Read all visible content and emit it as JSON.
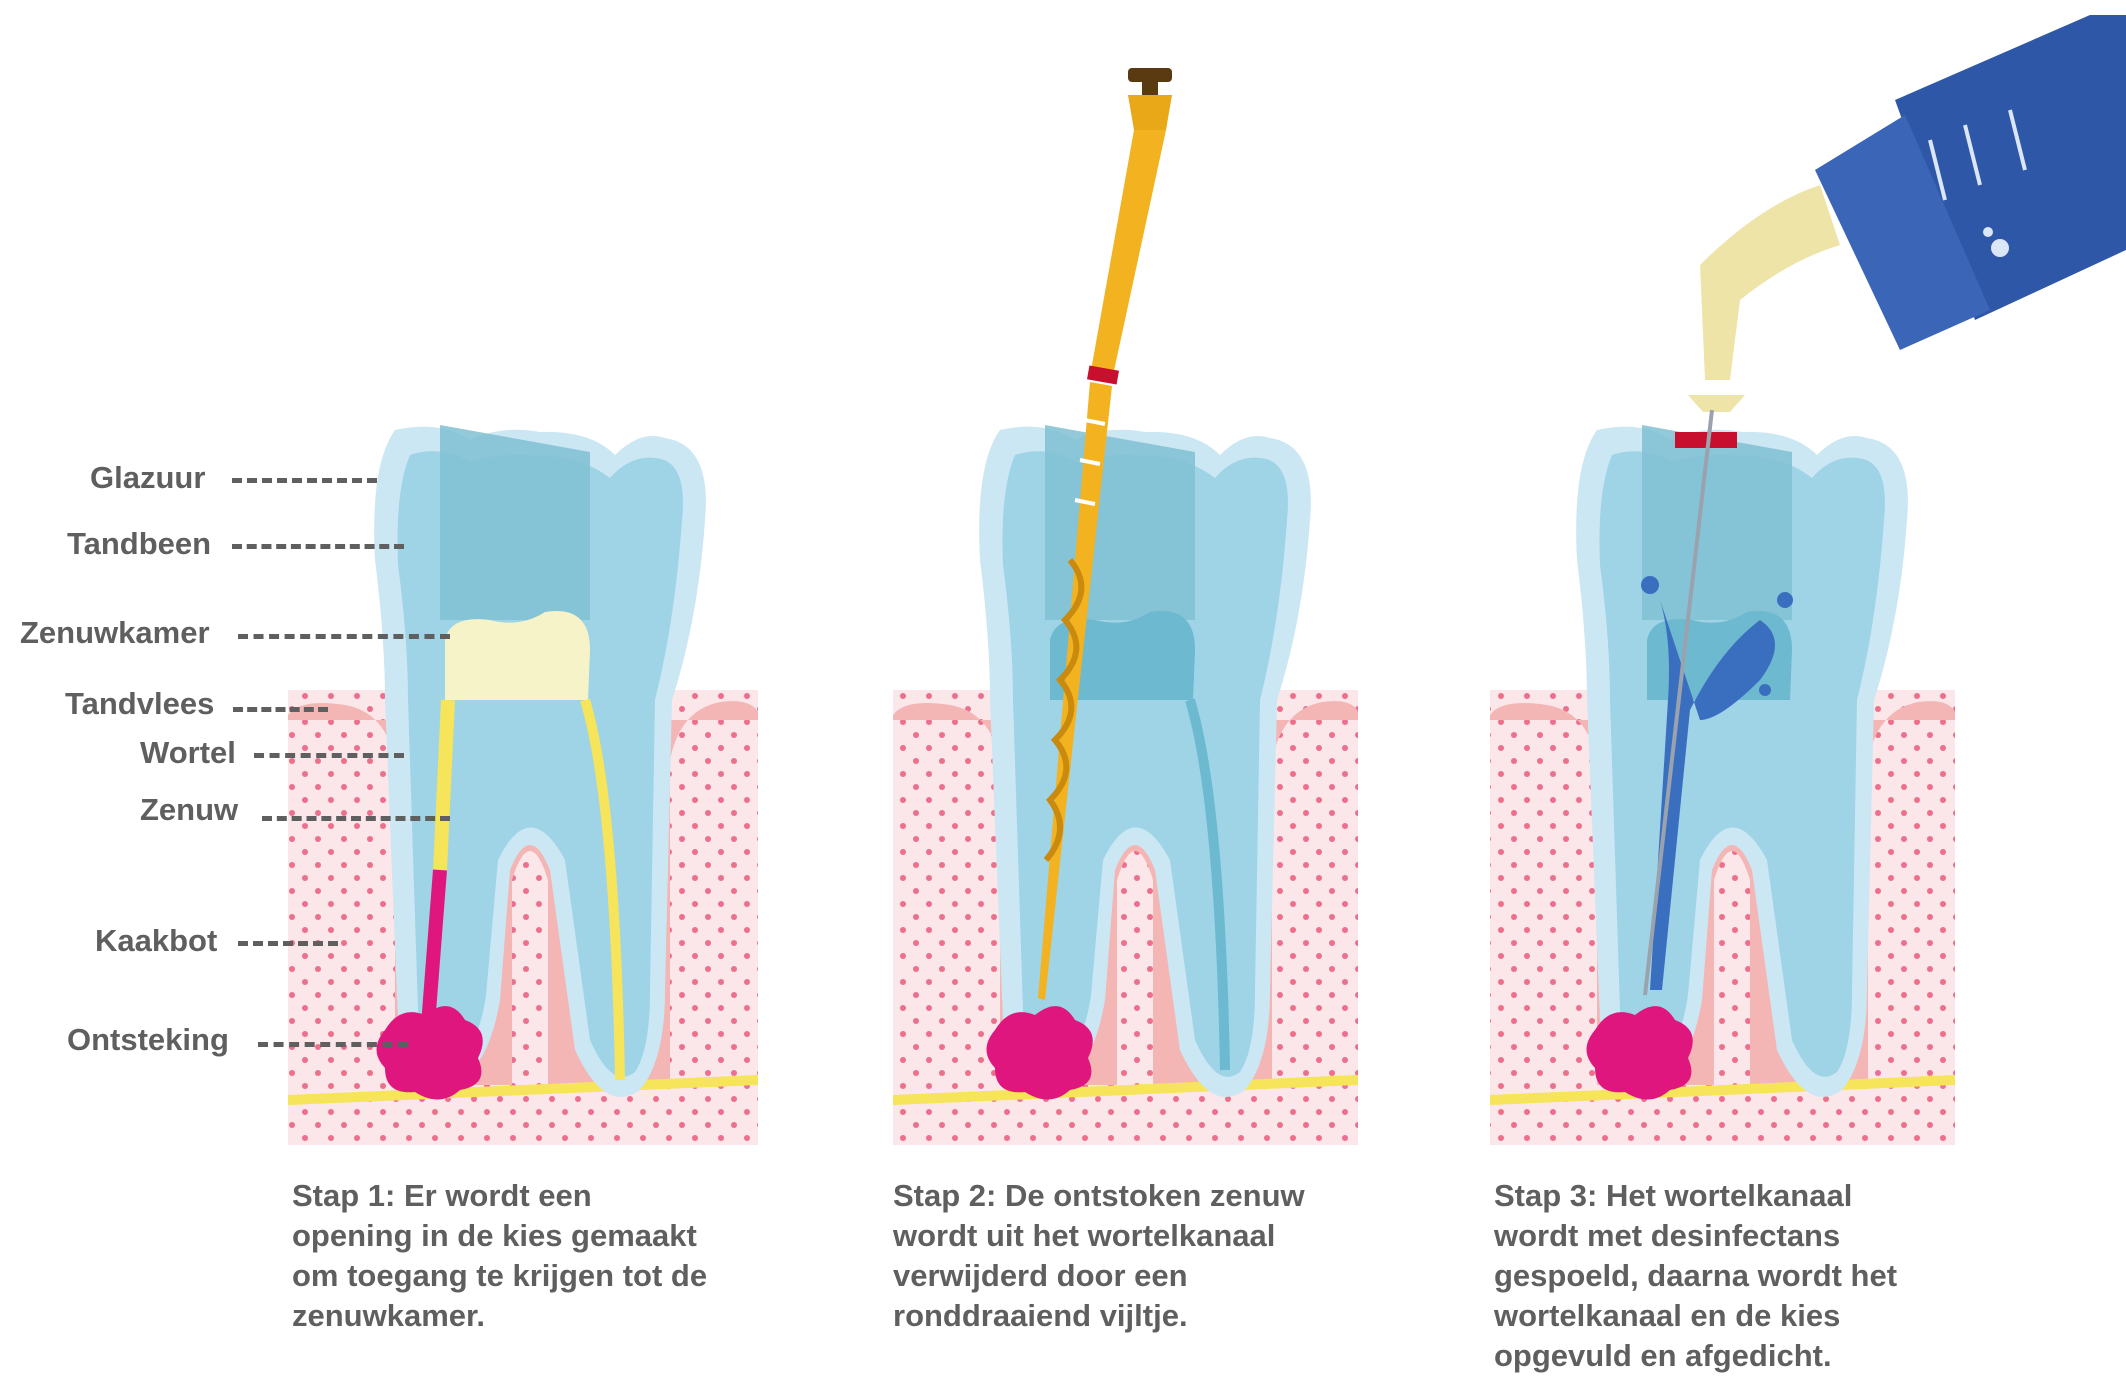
{
  "labels": {
    "glazuur": "Glazuur",
    "tandbeen": "Tandbeen",
    "zenuwkamer": "Zenuwkamer",
    "tandvlees": "Tandvlees",
    "wortel": "Wortel",
    "zenuw": "Zenuw",
    "kaakbot": "Kaakbot",
    "ontsteking": "Ontsteking"
  },
  "steps": [
    {
      "lines": [
        "Stap 1: Er wordt een",
        "opening in de kies gemaakt",
        "om toegang te krijgen tot de",
        "zenuwkamer."
      ]
    },
    {
      "lines": [
        "Stap 2: De ontstoken zenuw",
        "wordt uit het wortelkanaal",
        "verwijderd door een",
        "ronddraaiend vijltje."
      ]
    },
    {
      "lines": [
        "Stap 3: Het wortelkanaal",
        "wordt met desinfectans",
        "gespoeld, daarna wordt het",
        "wortelkanaal en de kies",
        "opgevuld en afgedicht."
      ]
    }
  ],
  "colors": {
    "enamel": "#cbe7f3",
    "dentin": "#9fd3e6",
    "dentin_shadow": "#80bfd2",
    "pulp": "#f7f3c9",
    "nerve": "#f6e45a",
    "inflammation": "#e0167f",
    "gum": "#f4b6b4",
    "bone": "#fbe6ea",
    "bone_dots": "#ec6f8c",
    "file": "#f3b21f",
    "handpiece": "#2f57a8",
    "text": "#5f5f5f"
  }
}
